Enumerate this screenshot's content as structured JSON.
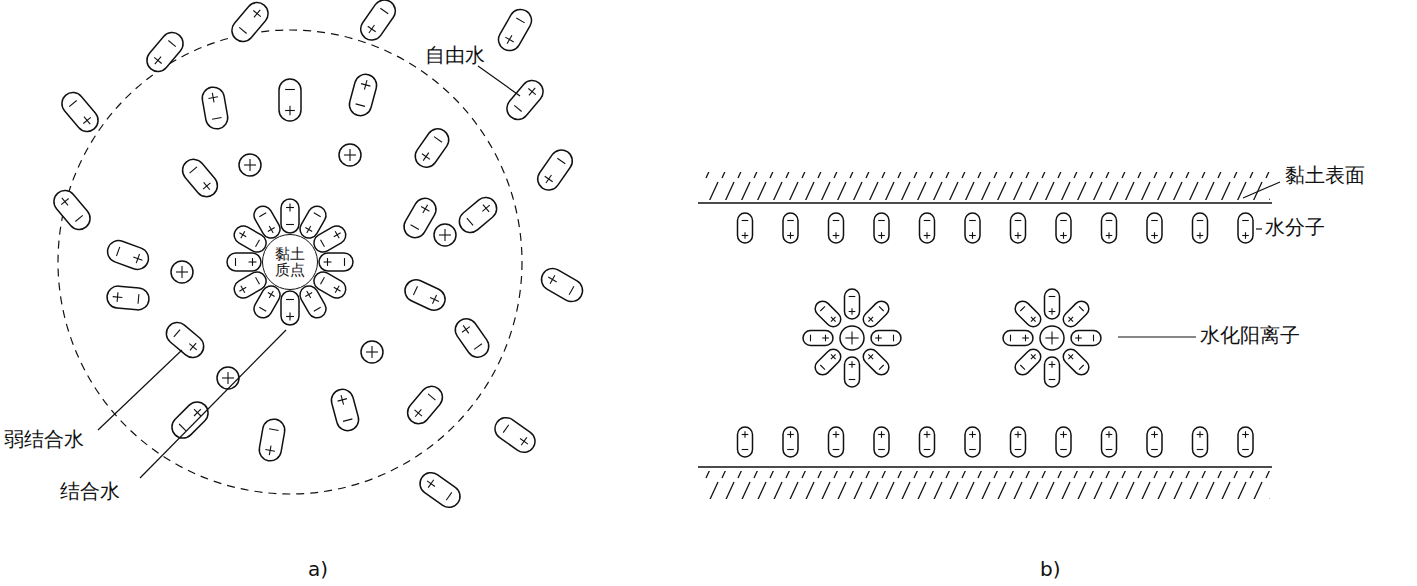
{
  "diagram": {
    "nodes": [
      {
        "text": [
          "黏土质点"
        ]
      }
    ],
    "labels": [
      "自由水",
      "弱结合水",
      "结合水",
      "黏土表面",
      "水分子",
      "水化阳离子",
      "a)",
      "b)"
    ]
  }
}
